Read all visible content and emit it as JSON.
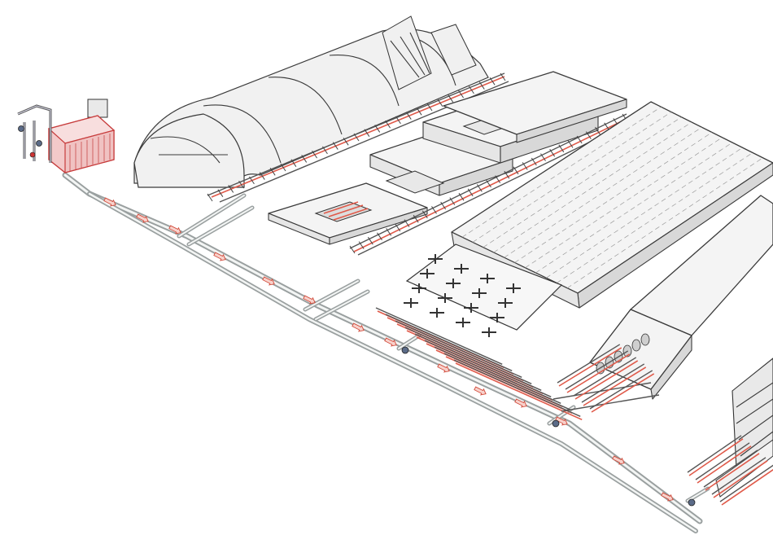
{
  "colors": {
    "background": "#ffffff",
    "pipe": "#9aa0a0",
    "heat_loop": "#e05a4a",
    "flow_arrow": "#d24a3a",
    "boiler": "#f3c9c9",
    "valve": "#5b6b88"
  },
  "components": {
    "boiler": "boiler-unit",
    "pipeline": "main-supply-pipeline",
    "stations": [
      "arched-tent-curing-chamber",
      "stepped-cover-slab-station",
      "wide-ribbed-panel-bed",
      "hollow-core-slab-bed",
      "rebar-cage-bed"
    ],
    "flow_arrow_count": 14
  }
}
